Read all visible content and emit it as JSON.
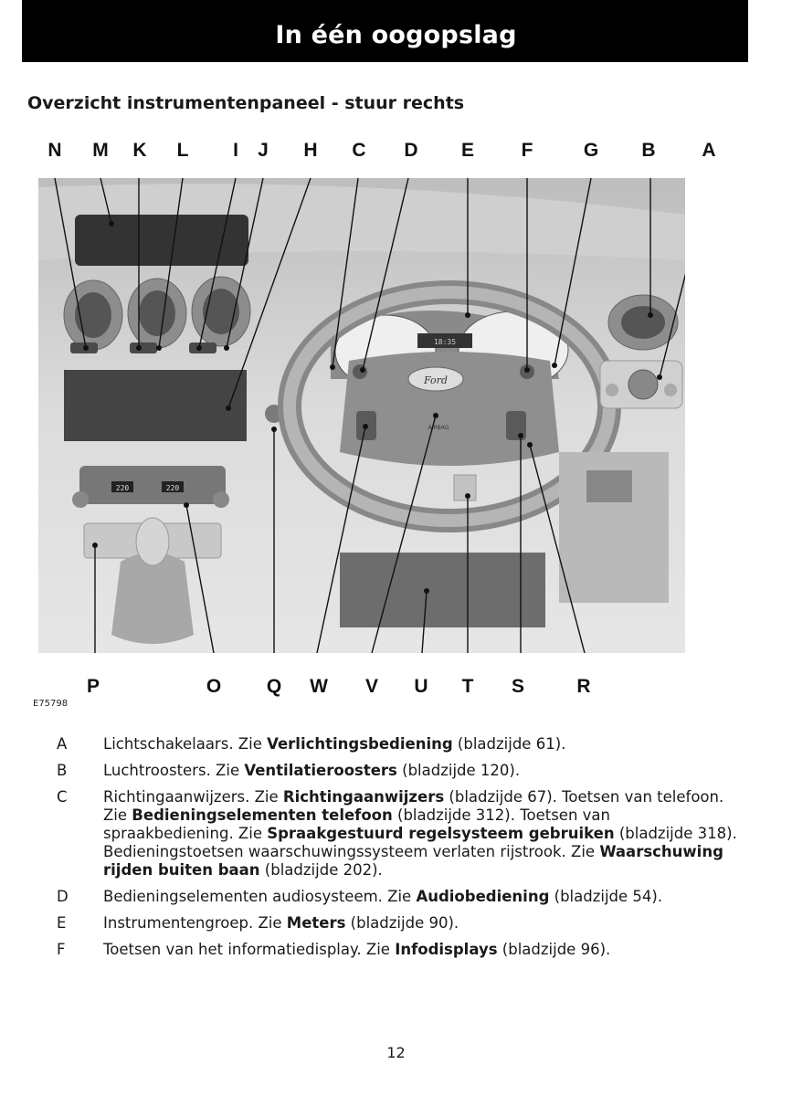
{
  "header": {
    "title": "In één oogopslag"
  },
  "section_title": "Overzicht instrumentenpaneel - stuur rechts",
  "figure_id": "E75798",
  "callouts_top": [
    "N",
    "M",
    "K",
    "L",
    "I",
    "J",
    "H",
    "C",
    "D",
    "E",
    "F",
    "G",
    "B",
    "A"
  ],
  "callouts_bottom": [
    "P",
    "O",
    "Q",
    "W",
    "V",
    "U",
    "T",
    "S",
    "R"
  ],
  "diagram": {
    "speed_display": "220",
    "clock_display": "18:35",
    "brand_text": "Ford",
    "airbag_text": "AIRBAG"
  },
  "legend": [
    {
      "letter": "A",
      "parts": [
        {
          "t": "Lichtschakelaars.  Zie "
        },
        {
          "t": "Verlichtingsbediening",
          "b": true
        },
        {
          "t": " (bladzijde 61)."
        }
      ]
    },
    {
      "letter": "B",
      "parts": [
        {
          "t": "Luchtroosters.  Zie "
        },
        {
          "t": "Ventilatieroosters",
          "b": true
        },
        {
          "t": " (bladzijde 120)."
        }
      ]
    },
    {
      "letter": "C",
      "parts": [
        {
          "t": "Richtingaanwijzers.  Zie "
        },
        {
          "t": "Richtingaanwijzers",
          "b": true
        },
        {
          "t": " (bladzijde 67).  Toetsen van telefoon.  Zie "
        },
        {
          "t": "Bedieningselementen telefoon",
          "b": true
        },
        {
          "t": " (bladzijde 312).  Toetsen van spraakbediening.  Zie "
        },
        {
          "t": "Spraakgestuurd regelsysteem gebruiken",
          "b": true
        },
        {
          "t": " (bladzijde 318).  Bedieningstoetsen waarschuwingssysteem verlaten rijstrook.  Zie "
        },
        {
          "t": "Waarschuwing rijden buiten baan",
          "b": true
        },
        {
          "t": " (bladzijde 202)."
        }
      ]
    },
    {
      "letter": "D",
      "parts": [
        {
          "t": "Bedieningselementen audiosysteem.  Zie "
        },
        {
          "t": "Audiobediening",
          "b": true
        },
        {
          "t": " (bladzijde 54)."
        }
      ]
    },
    {
      "letter": "E",
      "parts": [
        {
          "t": "Instrumentengroep.  Zie "
        },
        {
          "t": "Meters",
          "b": true
        },
        {
          "t": " (bladzijde 90)."
        }
      ]
    },
    {
      "letter": "F",
      "parts": [
        {
          "t": "Toetsen van het informatiedisplay.  Zie "
        },
        {
          "t": "Infodisplays",
          "b": true
        },
        {
          "t": " (bladzijde 96)."
        }
      ]
    }
  ],
  "page_number": "12"
}
